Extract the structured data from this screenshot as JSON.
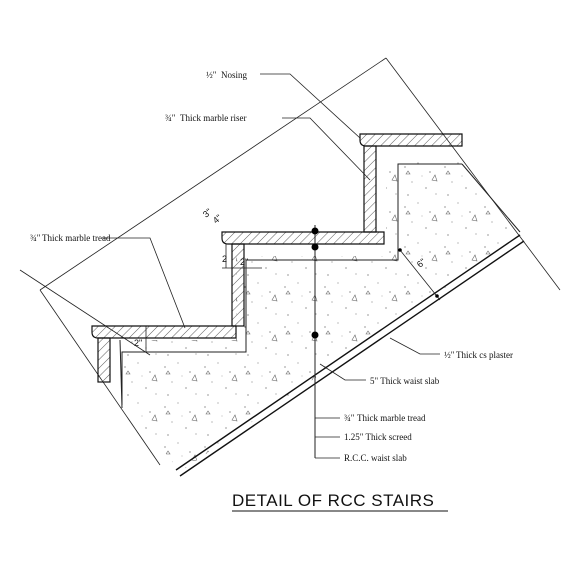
{
  "title": "DETAIL OF RCC STAIRS",
  "labels": {
    "nosing": "Nosing",
    "marble_riser": "Thick marble riser",
    "marble_tread_left": "Thick marble tread",
    "cs_plaster": "Thick cs plaster",
    "waist_slab_5": "5\" Thick waist slab",
    "marble_tread_bottom": "Thick marble tread",
    "screed": "1.25\" Thick screed",
    "rcc_waist_slab": "R.C.C. waist slab"
  },
  "fractions": {
    "half": "½\"",
    "three_quarter": "¾\"",
    "quarter": "¼\""
  },
  "dimensions": {
    "d_top": "3\"",
    "d_top2": "4\"",
    "d_2a": "2",
    "d_2b": "2\"",
    "d_2c": "2\"",
    "d_slope": "6\""
  }
}
